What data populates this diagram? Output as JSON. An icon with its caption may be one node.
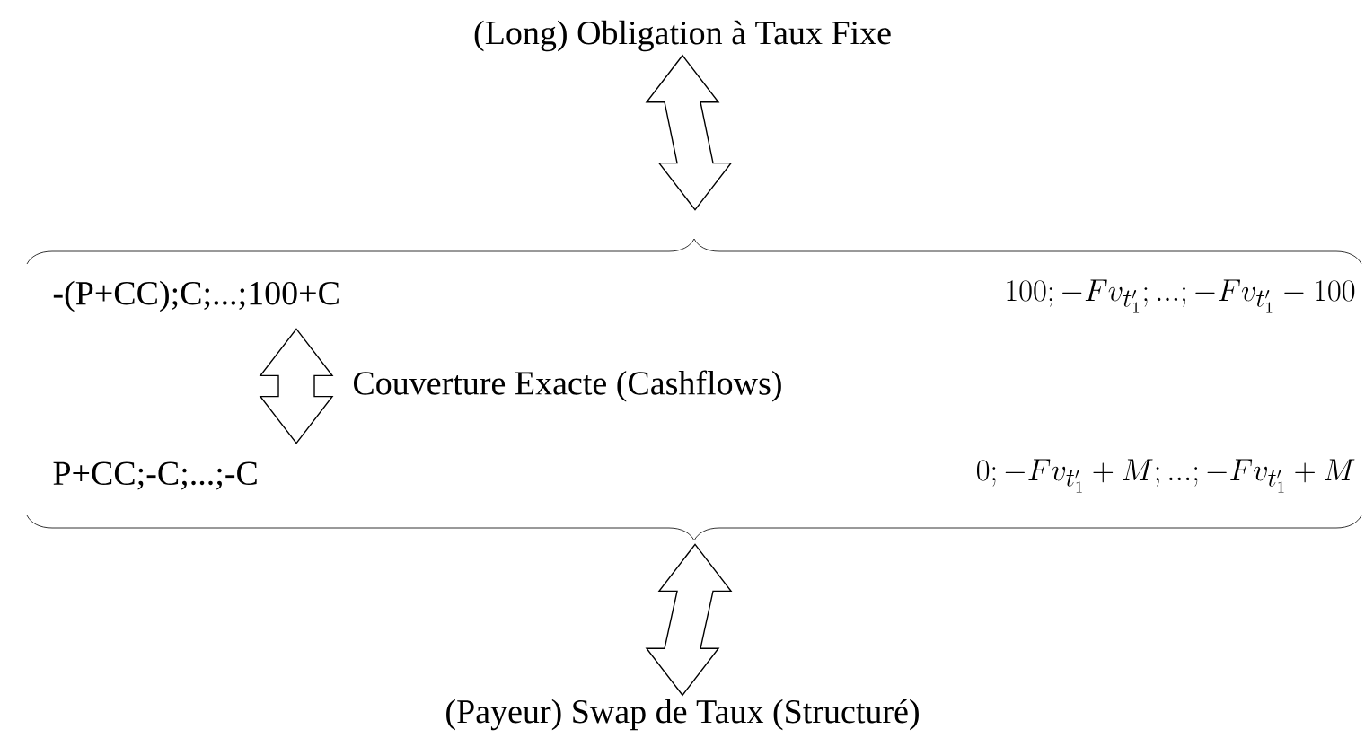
{
  "diagram": {
    "nodes": [
      {
        "text": [
          "(Long) Obligation à Taux Fixe"
        ]
      },
      {
        "text": [
          "-(P+CC);C;...;100+C",
          "100; -Fv_{t'_1}; ...; -Fv_{t'_1} - 100"
        ]
      },
      {
        "text": [
          "P+CC;-C;...;-C",
          "0; -Fv_{t'_1} + M; ...; -Fv_{t'_1} + M"
        ]
      },
      {
        "text": [
          "(Payeur) Swap de Taux (Structuré)"
        ]
      }
    ],
    "edges": [
      {
        "from": 0,
        "to": 1,
        "arrow": "both"
      },
      {
        "from": 1,
        "to": 2,
        "arrow": "both",
        "label": "Couverture Exacte (Cashflows)"
      },
      {
        "from": 2,
        "to": 3,
        "arrow": "both"
      }
    ]
  }
}
